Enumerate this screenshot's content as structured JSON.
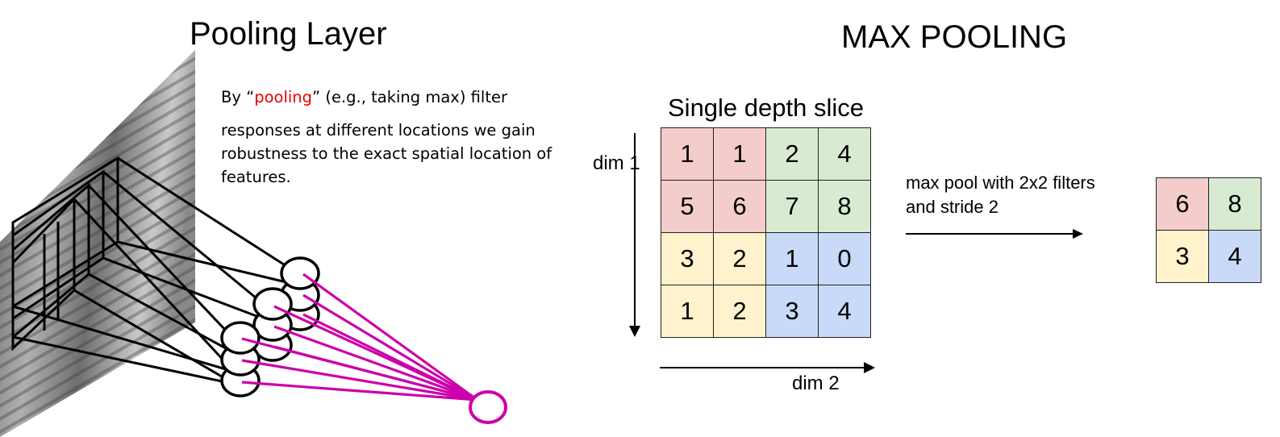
{
  "left": {
    "title": "Pooling Layer",
    "desc_prefix": "By “",
    "desc_highlight": "pooling",
    "desc_suffix": "” (e.g., taking max) filter",
    "desc_body": "responses at different locations we gain robustness to the exact spatial location of features."
  },
  "right": {
    "title": "MAX POOLING",
    "slice_title": "Single depth slice",
    "dim1_label": "dim 1",
    "dim2_label": "dim 2",
    "input_grid": [
      [
        1,
        1,
        2,
        4
      ],
      [
        5,
        6,
        7,
        8
      ],
      [
        3,
        2,
        1,
        0
      ],
      [
        1,
        2,
        3,
        4
      ]
    ],
    "operation_text": "max pool with 2x2 filters and stride 2",
    "output_grid": [
      [
        6,
        8
      ],
      [
        3,
        4
      ]
    ]
  },
  "colors": {
    "pink": "#f4cccc",
    "green": "#d9ead3",
    "yellow": "#fff2cc",
    "blue": "#c9daf8",
    "magenta": "#cc00aa"
  }
}
